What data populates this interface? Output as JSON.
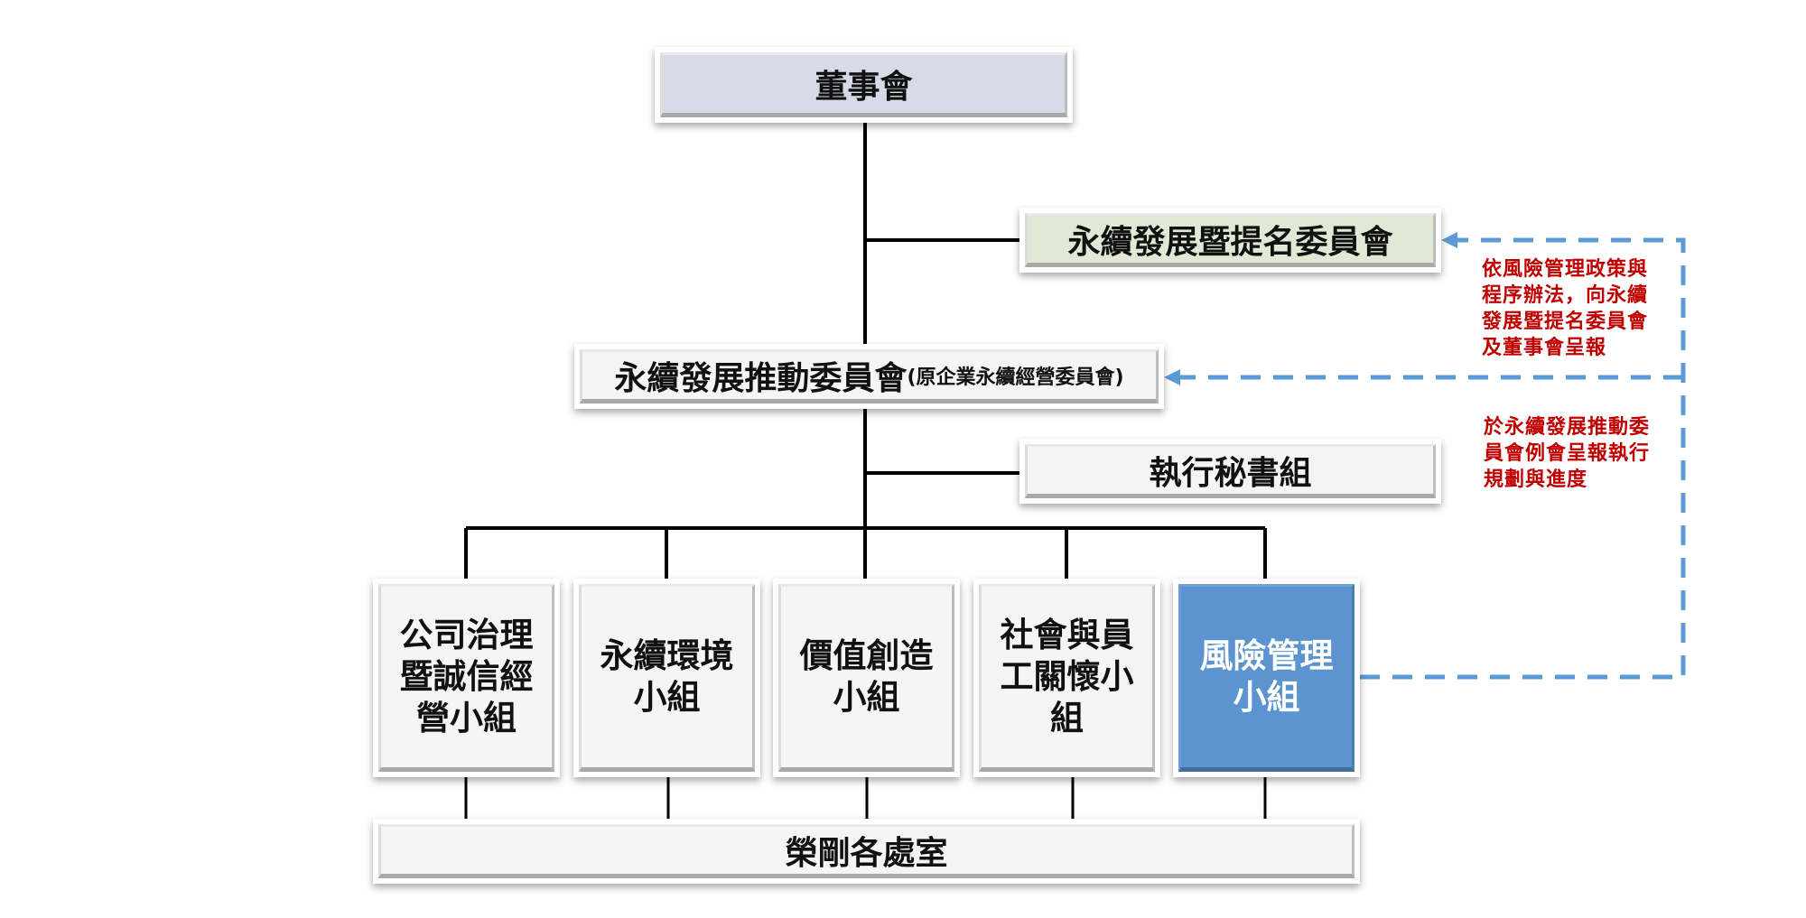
{
  "diagram": {
    "type": "org-chart",
    "board": {
      "label": "董事會"
    },
    "nomination_committee": {
      "label": "永續發展暨提名委員會"
    },
    "promotion_committee": {
      "label": "永續發展推動委員會",
      "sublabel": "(原企業永續經營委員會)"
    },
    "secretariat": {
      "label": "執行秘書組"
    },
    "groups": [
      {
        "label_lines": [
          "公司治理",
          "暨誠信經",
          "營小組"
        ]
      },
      {
        "label_lines": [
          "永續環境",
          "小組"
        ]
      },
      {
        "label_lines": [
          "價值創造",
          "小組"
        ]
      },
      {
        "label_lines": [
          "社會與員",
          "工關懷小",
          "組"
        ]
      },
      {
        "label_lines": [
          "風險管理",
          "小組"
        ],
        "highlighted": true
      }
    ],
    "departments": {
      "label": "榮剛各處室"
    },
    "notes": {
      "report_to_board": [
        "依風險管理政策與",
        "程序辦法，向永續",
        "發展暨提名委員會",
        "及董事會呈報"
      ],
      "report_to_promotion": [
        "於永續發展推動委",
        "員會例會呈報執行",
        "規劃與進度"
      ]
    },
    "colors": {
      "board_fill": "#d6dbe7",
      "nomination_fill": "#dfe9d5",
      "default_fill": "#f5f5f5",
      "highlight_fill": "#5b94ce",
      "dashed_line": "#5b9bd5",
      "note_text": "#c00000"
    }
  }
}
